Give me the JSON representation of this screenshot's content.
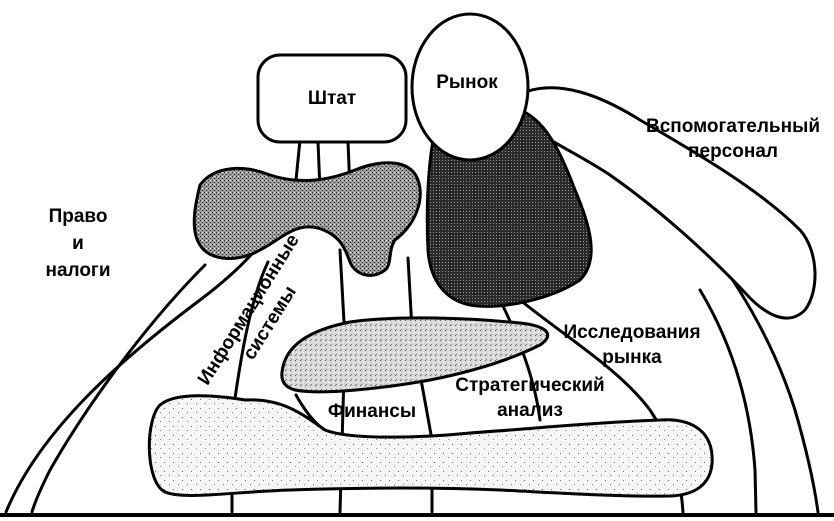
{
  "labels": {
    "shtat": "Штат",
    "rynok": "Рынок",
    "vspomog_line1": "Вспомогательный",
    "vspomog_line2": "персонал",
    "pravo_line1": "Право",
    "pravo_line2": "и",
    "pravo_line3": "налоги",
    "info_line1": "Информационные",
    "info_line2": "системы",
    "issled_line1": "Исследования",
    "issled_line2": "рынка",
    "finansy": "Финансы",
    "strateg_line1": "Стратегический",
    "strateg_line2": "анализ"
  }
}
